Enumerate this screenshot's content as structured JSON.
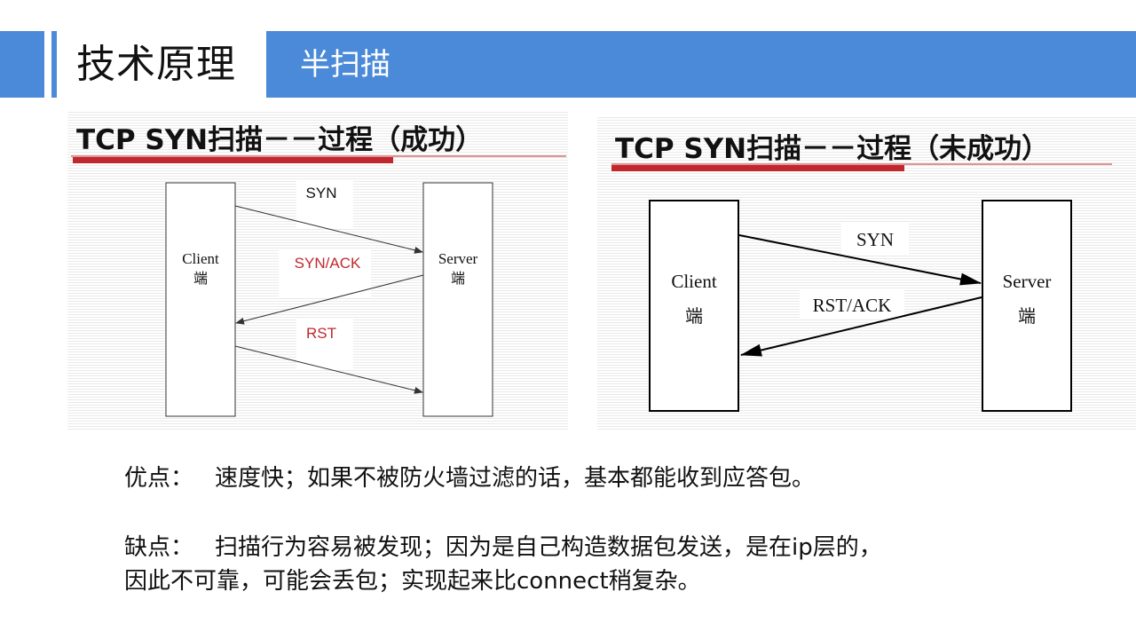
{
  "header": {
    "title": "技术原理",
    "subtitle": "半扫描"
  },
  "diagram_success": {
    "title": "TCP SYN扫描－－过程（成功）",
    "client_label_1": "Client",
    "client_label_2": "端",
    "server_label_1": "Server",
    "server_label_2": "端",
    "msg_syn": "SYN",
    "msg_synack": "SYN/ACK",
    "msg_rst": "RST",
    "colors": {
      "black_msg": "#111111",
      "red_msg": "#c0282d",
      "accent_bar": "#c0282d"
    }
  },
  "diagram_fail": {
    "title": "TCP SYN扫描－－过程（未成功）",
    "client_label_1": "Client",
    "client_label_2": "端",
    "server_label_1": "Server",
    "server_label_2": "端",
    "msg_syn": "SYN",
    "msg_rstack": "RST/ACK"
  },
  "pros": {
    "label": "优点：",
    "text": "速度快；如果不被防火墙过滤的话，基本都能收到应答包。"
  },
  "cons": {
    "label": "缺点：",
    "line1": "扫描行为容易被发现；因为是自己构造数据包发送，是在ip层的，",
    "line2": "因此不可靠，可能会丢包；实现起来比connect稍复杂。"
  },
  "theme": {
    "header_blue": "#4a8ad8"
  }
}
